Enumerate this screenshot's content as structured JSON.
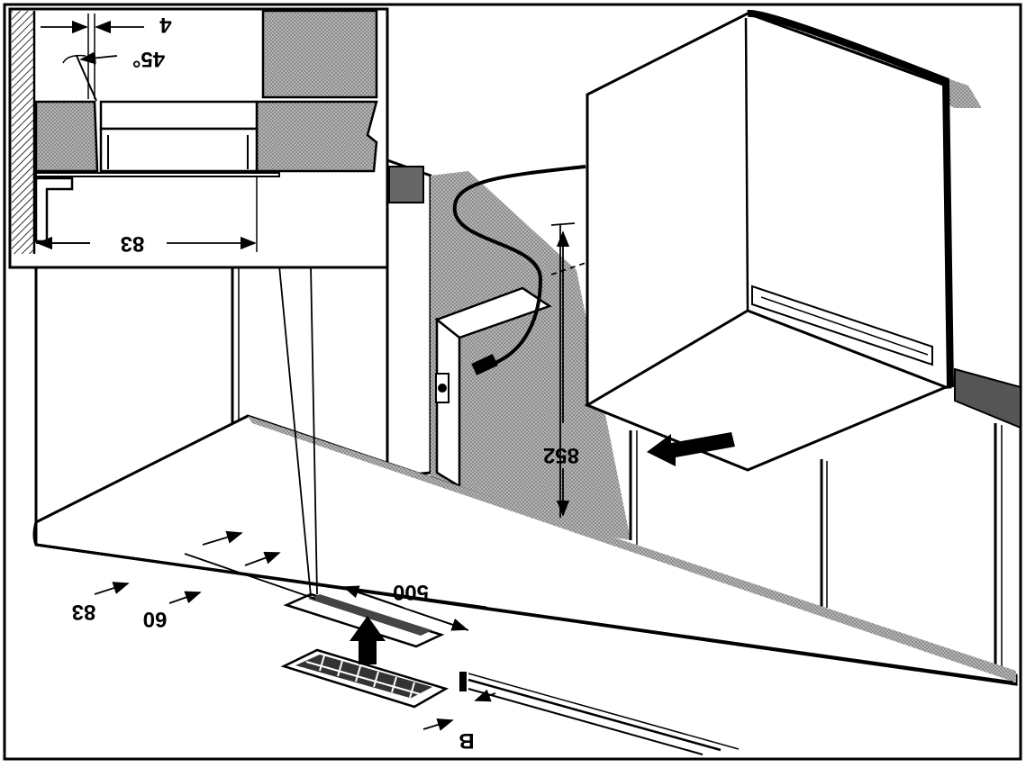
{
  "labels": {
    "gap": "4",
    "angle": "45°",
    "inset_width": "83",
    "height": "852",
    "slot_length": "500",
    "offset_outer": "83",
    "offset_inner": "60",
    "detail_ref": "B"
  },
  "colors": {
    "line": "#000000",
    "hatch_fill": "#8a8a8a",
    "shadow_fill": "#9a9a9a",
    "panel_fill": "#ffffff"
  }
}
